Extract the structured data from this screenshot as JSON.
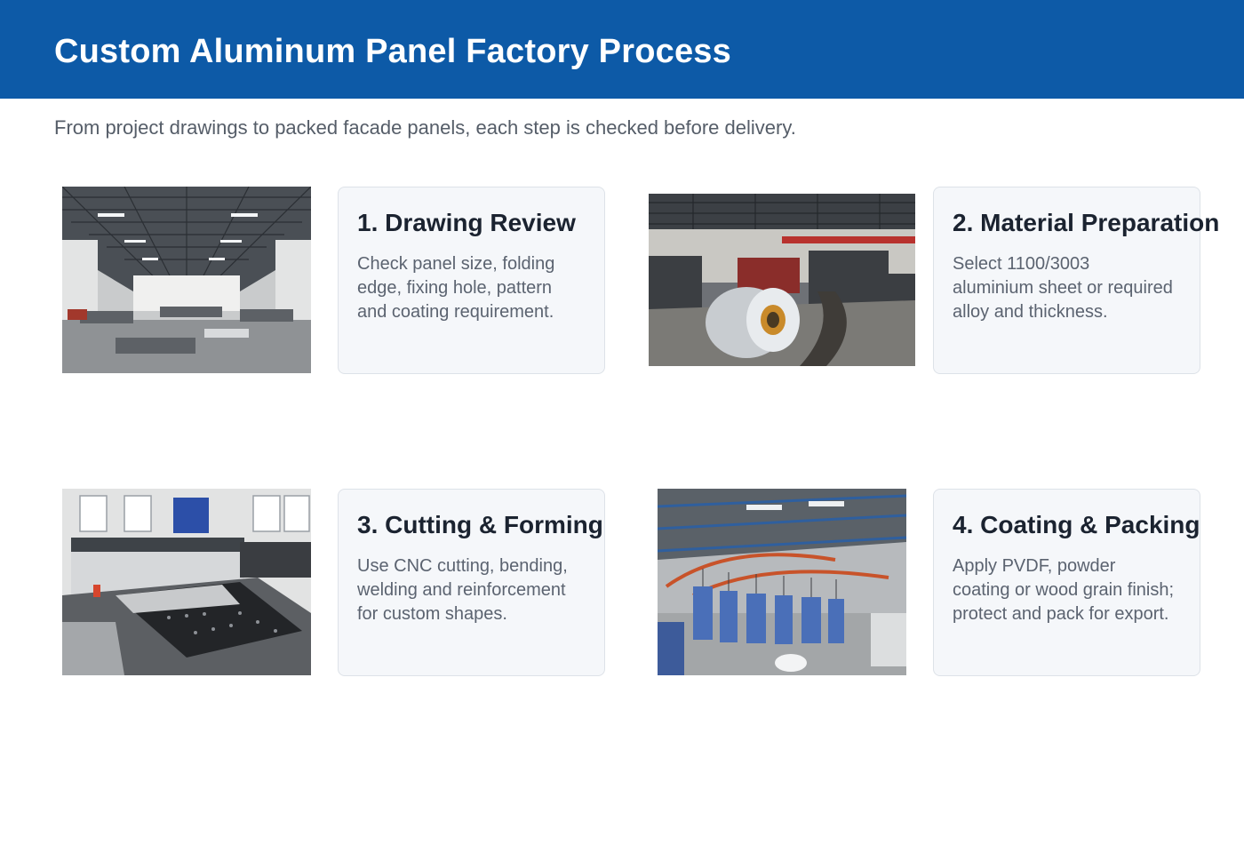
{
  "header": {
    "title": "Custom Aluminum Panel Factory Process"
  },
  "subtitle": "From project drawings to packed facade panels, each step is checked before delivery.",
  "steps": [
    {
      "title": "1. Drawing Review",
      "description": "Check panel size, folding edge, fixing hole, pattern and coating requirement.",
      "photo": "factory-workshop-photo"
    },
    {
      "title": "2. Material Preparation",
      "description": "Select 1100/3003 aluminium sheet or required alloy and thickness.",
      "photo": "aluminium-coil-photo"
    },
    {
      "title": "3. Cutting & Forming",
      "description": "Use CNC cutting, bending, welding and reinforcement for custom shapes.",
      "photo": "cnc-punch-machine-photo"
    },
    {
      "title": "4. Coating & Packing",
      "description": "Apply PVDF, powder coating or wood grain finish; protect and pack for export.",
      "photo": "coating-line-photo"
    }
  ],
  "colors": {
    "header_bg": "#0d5aa7",
    "card_bg": "#f5f7fa",
    "card_border": "#dde2e8",
    "title_text": "#1b2330",
    "body_text": "#5b6370"
  }
}
